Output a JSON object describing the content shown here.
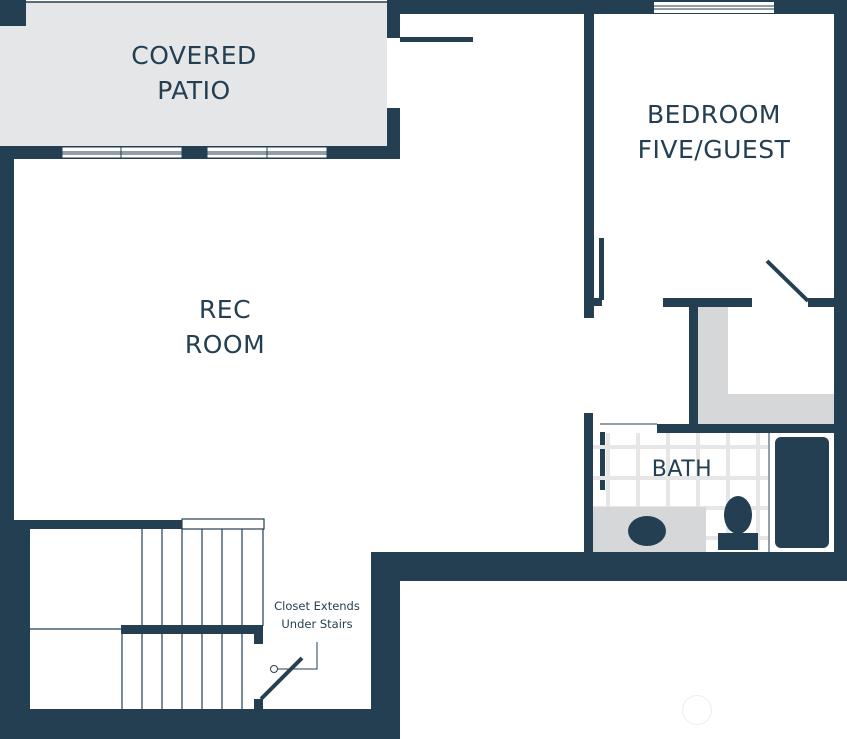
{
  "colors": {
    "wall": "#243f52",
    "patio_fill": "#e4e6e8",
    "closet_fill": "#d6d7d9",
    "tile_grid": "#e6e6e6",
    "background": "#ffffff"
  },
  "rooms": {
    "covered_patio": {
      "line1": "COVERED",
      "line2": "PATIO"
    },
    "bedroom": {
      "line1": "BEDROOM",
      "line2": "FIVE/GUEST"
    },
    "rec_room": {
      "line1": "REC",
      "line2": "ROOM"
    },
    "bath": {
      "line1": "BATH"
    }
  },
  "annotations": {
    "closet_note": {
      "line1": "Closet Extends",
      "line2": "Under Stairs"
    }
  },
  "fixtures": [
    "sink-vanity",
    "toilet",
    "bathtub",
    "stairs",
    "closet",
    "doors",
    "windows"
  ]
}
